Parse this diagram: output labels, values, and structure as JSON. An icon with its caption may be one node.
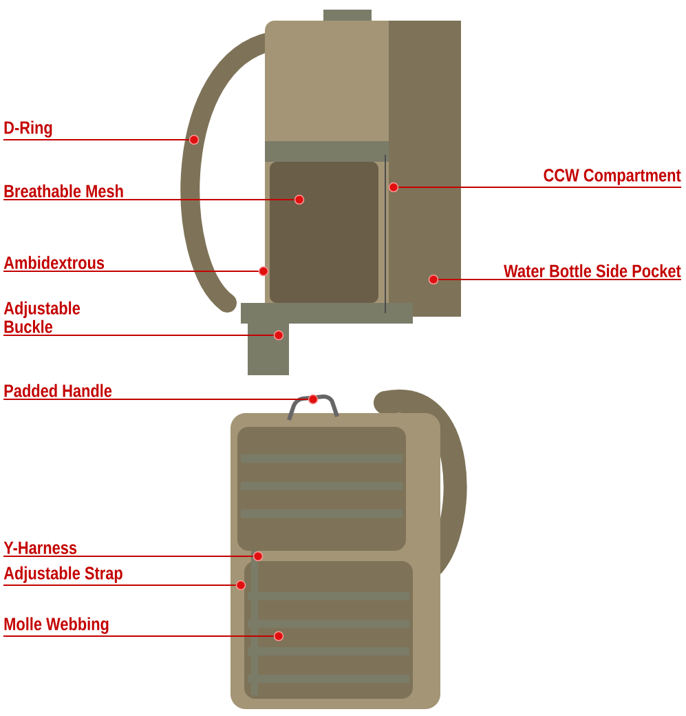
{
  "diagram": {
    "nodes": [
      {
        "text": [
          "D-Ring"
        ]
      },
      {
        "text": [],
        "shape": "circle"
      },
      {
        "text": [
          "Breathable Mesh"
        ]
      },
      {
        "text": [],
        "shape": "circle"
      },
      {
        "text": [
          "CCW Compartment"
        ]
      },
      {
        "text": [],
        "shape": "circle"
      },
      {
        "text": [
          "Ambidextrous"
        ]
      },
      {
        "text": [],
        "shape": "circle"
      },
      {
        "text": [
          "Water Bottle Side Pocket"
        ]
      },
      {
        "text": [],
        "shape": "circle"
      },
      {
        "text": [
          "Adjustable Buckle"
        ]
      },
      {
        "text": [],
        "shape": "circle"
      },
      {
        "text": [
          "Padded Handle"
        ]
      },
      {
        "text": [],
        "shape": "circle"
      },
      {
        "text": [
          "Y-Harness"
        ]
      },
      {
        "text": [],
        "shape": "circle"
      },
      {
        "text": [
          "Adjustable Strap"
        ]
      },
      {
        "text": [],
        "shape": "circle"
      },
      {
        "text": [
          "Molle Webbing"
        ]
      },
      {
        "text": [],
        "shape": "circle"
      }
    ],
    "edges": [
      {
        "from": 0,
        "to": 1,
        "arrow": "none"
      },
      {
        "from": 2,
        "to": 3,
        "arrow": "none"
      },
      {
        "from": 4,
        "to": 5,
        "arrow": "none"
      },
      {
        "from": 6,
        "to": 7,
        "arrow": "none"
      },
      {
        "from": 8,
        "to": 9,
        "arrow": "none"
      },
      {
        "from": 10,
        "to": 11,
        "arrow": "none"
      },
      {
        "from": 12,
        "to": 13,
        "arrow": "none"
      },
      {
        "from": 14,
        "to": 15,
        "arrow": "none"
      },
      {
        "from": 16,
        "to": 17,
        "arrow": "none"
      },
      {
        "from": 18,
        "to": 19,
        "arrow": "none"
      }
    ]
  }
}
